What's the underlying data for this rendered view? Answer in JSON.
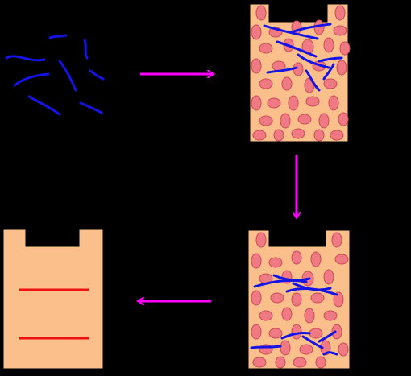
{
  "colors": {
    "background": "#000000",
    "gel": "#fbbf8c",
    "cell_fill": "#f07a84",
    "cell_stroke": "#c94a56",
    "fragment": "#1414e6",
    "arrow": "#ff00ff",
    "band": "#ee1111"
  },
  "components": [
    {
      "name": "dna-fragments",
      "kind": "free-fragments"
    },
    {
      "name": "gel-well-mixed",
      "kind": "gel-with-cells-and-fragments"
    },
    {
      "name": "gel-well-lower",
      "kind": "gel-with-cells-and-fragments"
    },
    {
      "name": "gel-bands",
      "kind": "gel-with-bands",
      "band_count": 2
    }
  ],
  "arrows": [
    {
      "name": "arrow-right-top",
      "direction": "right"
    },
    {
      "name": "arrow-down-right",
      "direction": "down"
    },
    {
      "name": "arrow-left-bottom",
      "direction": "left"
    }
  ]
}
